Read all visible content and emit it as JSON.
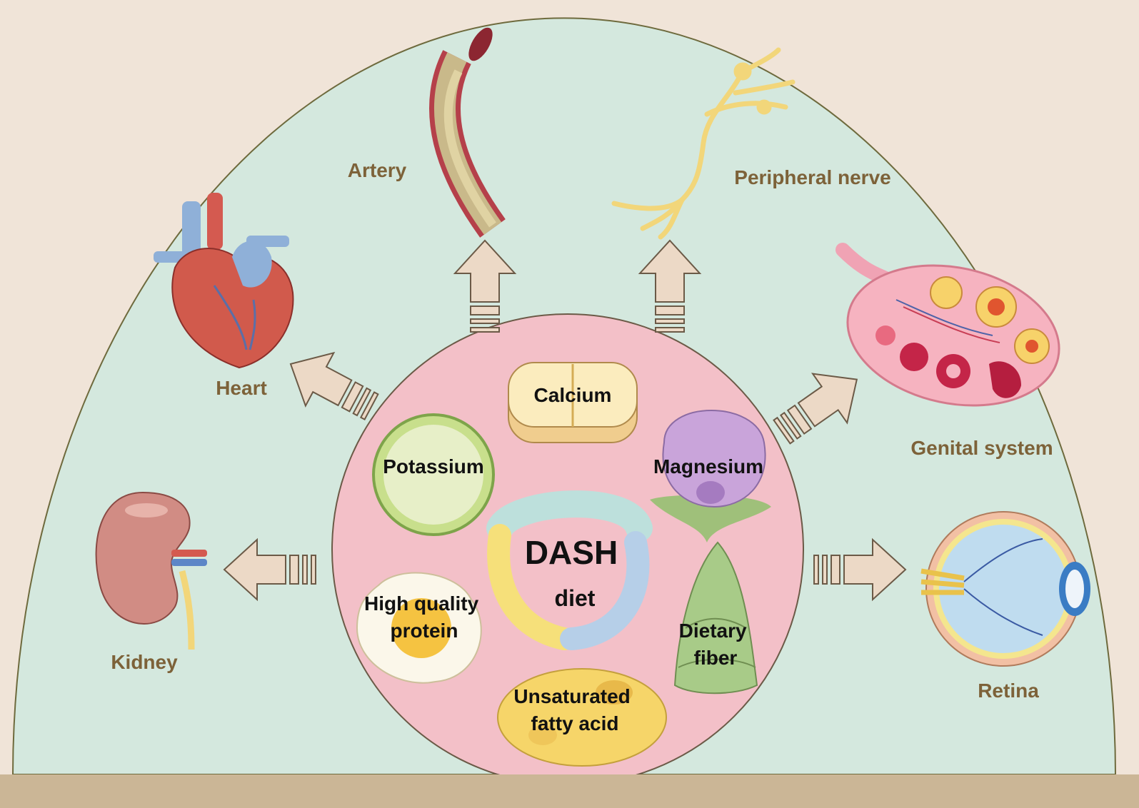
{
  "center": {
    "title": "DASH",
    "subtitle": "diet"
  },
  "nutrients": {
    "calcium": "Calcium",
    "potassium": "Potassium",
    "magnesium": "Magnesium",
    "protein": [
      "High quality",
      "protein"
    ],
    "fiber": [
      "Dietary",
      "fiber"
    ],
    "fatty_acid": [
      "Unsaturated",
      "fatty acid"
    ]
  },
  "organs": {
    "artery": "Artery",
    "nerve": "Peripheral nerve",
    "heart": "Heart",
    "genital": "Genital system",
    "kidney": "Kidney",
    "retina": "Retina"
  },
  "colors": {
    "background": "#f0e4d8",
    "outer_dome": "#d4e8de",
    "inner_circle": "#f3c0c8",
    "arrow": "#ecd9c6",
    "organ_label": "#7d6239",
    "base_bar": "#cbb696"
  }
}
